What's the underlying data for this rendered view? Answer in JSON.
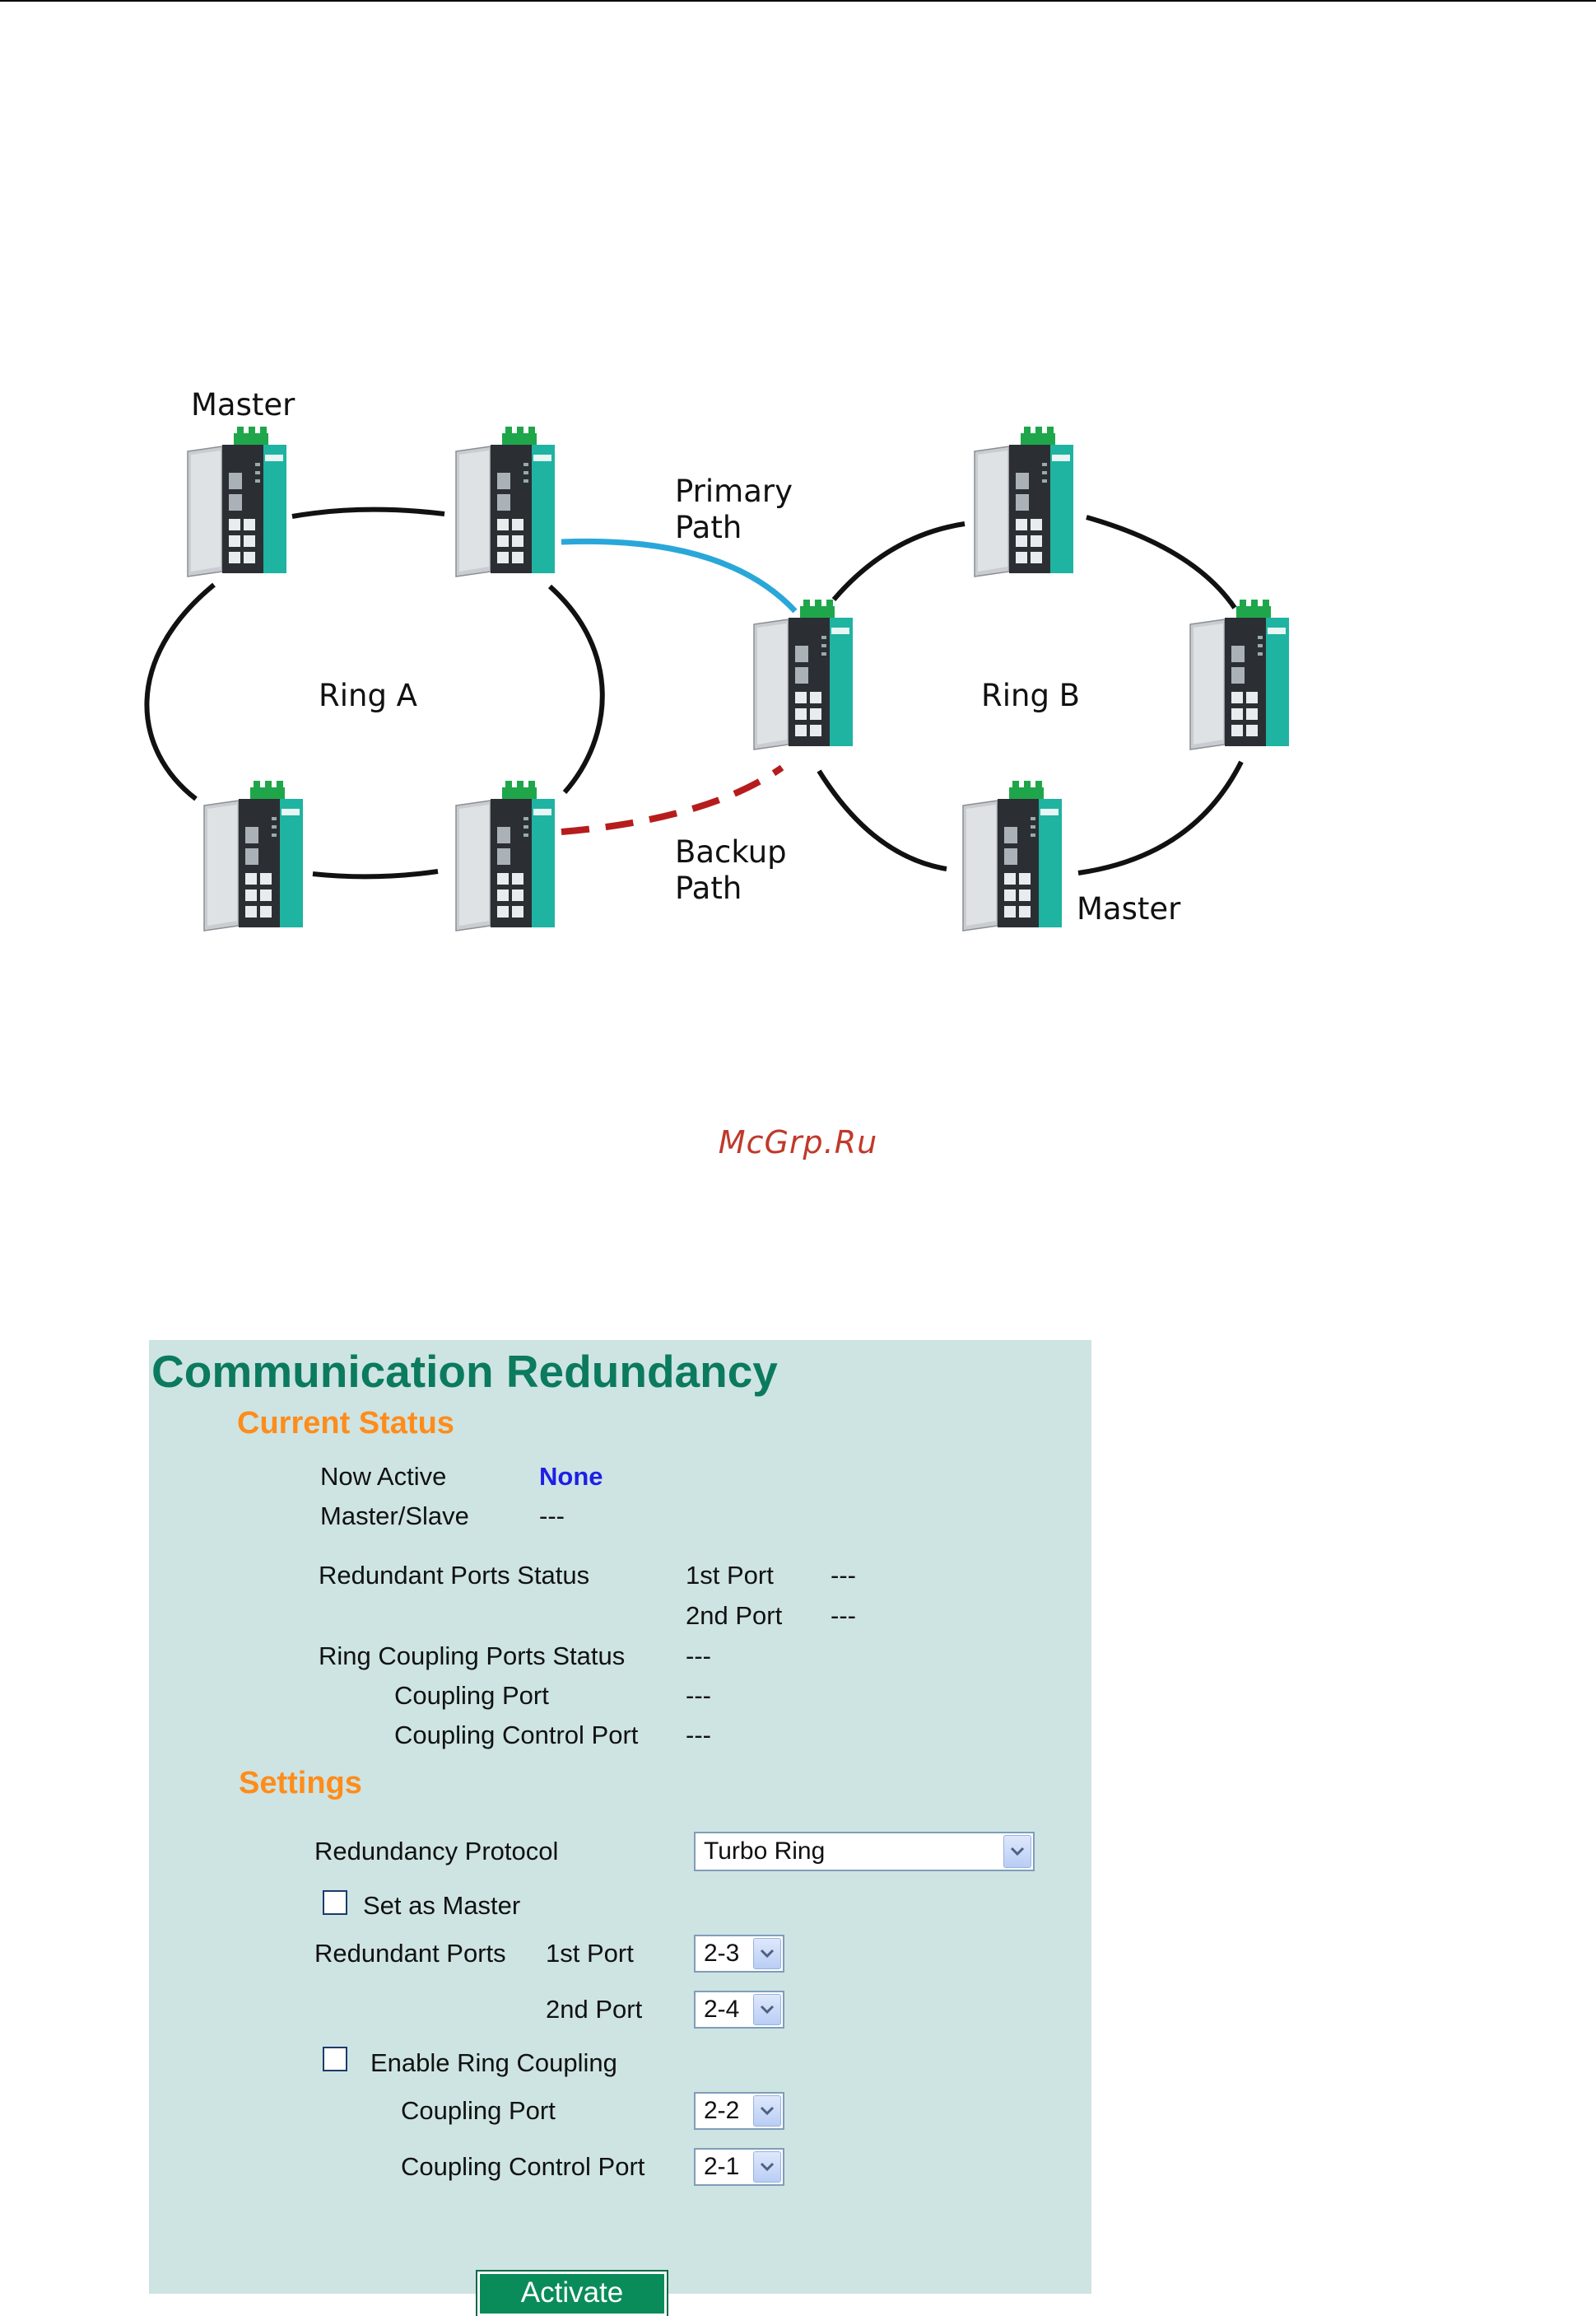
{
  "diagram": {
    "labels": {
      "master_top": "Master",
      "primary_path": "Primary\nPath",
      "ring_a": "Ring A",
      "ring_b": "Ring B",
      "backup_path": "Backup\nPath",
      "master_bottom": "Master"
    },
    "colors": {
      "primary_path": "#2aa7d9",
      "backup_path": "#b71c1c",
      "ring": "#111111"
    }
  },
  "watermark": "McGrp.Ru",
  "panel": {
    "title": "Communication Redundancy",
    "current_status": {
      "heading": "Current Status",
      "now_active_label": "Now Active",
      "now_active_value": "None",
      "master_slave_label": "Master/Slave",
      "master_slave_value": "---",
      "redundant_ports_status_label": "Redundant Ports Status",
      "first_port_label": "1st Port",
      "first_port_value": "---",
      "second_port_label": "2nd Port",
      "second_port_value": "---",
      "ring_coupling_status_label": "Ring Coupling Ports Status",
      "ring_coupling_status_value": "---",
      "coupling_port_label": "Coupling Port",
      "coupling_port_value": "---",
      "coupling_control_port_label": "Coupling Control Port",
      "coupling_control_port_value": "---"
    },
    "settings": {
      "heading": "Settings",
      "redundancy_protocol_label": "Redundancy Protocol",
      "redundancy_protocol_value": "Turbo Ring",
      "set_as_master_label": "Set as Master",
      "redundant_ports_label": "Redundant Ports",
      "first_port_label": "1st Port",
      "first_port_value": "2-3",
      "second_port_label": "2nd Port",
      "second_port_value": "2-4",
      "enable_ring_coupling_label": "Enable Ring Coupling",
      "coupling_port_label": "Coupling Port",
      "coupling_port_value": "2-2",
      "coupling_control_port_label": "Coupling Control Port",
      "coupling_control_port_value": "2-1",
      "activate_label": "Activate"
    }
  }
}
